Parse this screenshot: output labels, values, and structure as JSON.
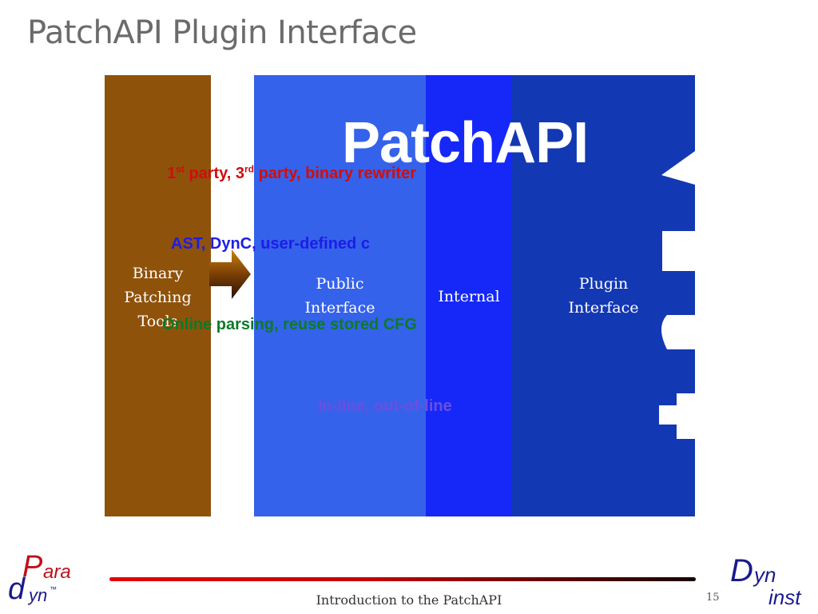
{
  "slide": {
    "title": "PatchAPI Plugin Interface",
    "footer": "Introduction to the PatchAPI",
    "page_number": "15"
  },
  "diagram": {
    "heading": "PatchAPI",
    "blocks": {
      "tools_label": "Binary\nPatching\nTools",
      "public_label": "Public\nInterface",
      "internal_label": "Internal",
      "plugin_label": "Plugin\nInterface"
    },
    "callouts": {
      "c1_part1": "1",
      "c1_sup1": "st",
      "c1_part2": " party, 3",
      "c1_sup2": "rd",
      "c1_part3": " party, binary rewriter",
      "c2": "AST, DynC, user-defined c",
      "c3": "Online parsing, reuse stored CFG",
      "c4": "In-line, out-of-line"
    }
  },
  "logos": {
    "paradyn_p": "P",
    "paradyn_ara": "ara",
    "paradyn_d": "d",
    "paradyn_yn": "yn",
    "paradyn_tm": "™",
    "dyninst_d": "D",
    "dyninst_yn": "yn",
    "dyninst_inst": "inst"
  },
  "colors": {
    "tools": "#8f520a",
    "public": "#3562ea",
    "internal": "#1528f8",
    "plugin": "#1338b3",
    "callout_red": "#d10d0d",
    "callout_blue": "#1d1de8",
    "callout_green": "#0c7a2a",
    "callout_purple": "#6a4fe0",
    "logo_red": "#c0101a",
    "logo_navy": "#1a1a8c"
  }
}
